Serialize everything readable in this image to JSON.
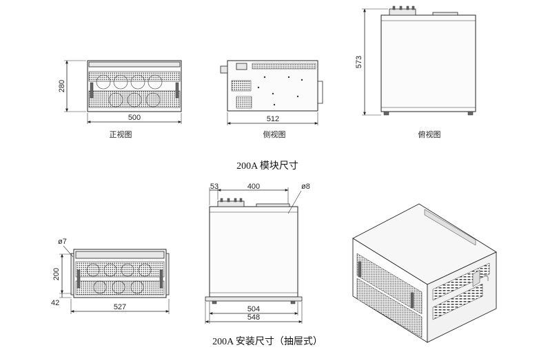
{
  "section1": {
    "title": "200A 模块尺寸",
    "front_view": {
      "caption": "正视图",
      "width_label": "500",
      "height_label": "280"
    },
    "side_view": {
      "caption": "侧视图",
      "width_label": "512"
    },
    "top_view": {
      "caption": "俯视图",
      "depth_label": "573"
    }
  },
  "section2": {
    "title": "200A 安装尺寸（抽屉式）",
    "front_install": {
      "dia_label": "ø7",
      "height_label": "200",
      "bottom_label": "42",
      "width_label": "527"
    },
    "top_install": {
      "left_label": "53",
      "mid_label": "400",
      "dia_label": "ø8",
      "inner_width_label": "504",
      "outer_width_label": "548"
    }
  }
}
